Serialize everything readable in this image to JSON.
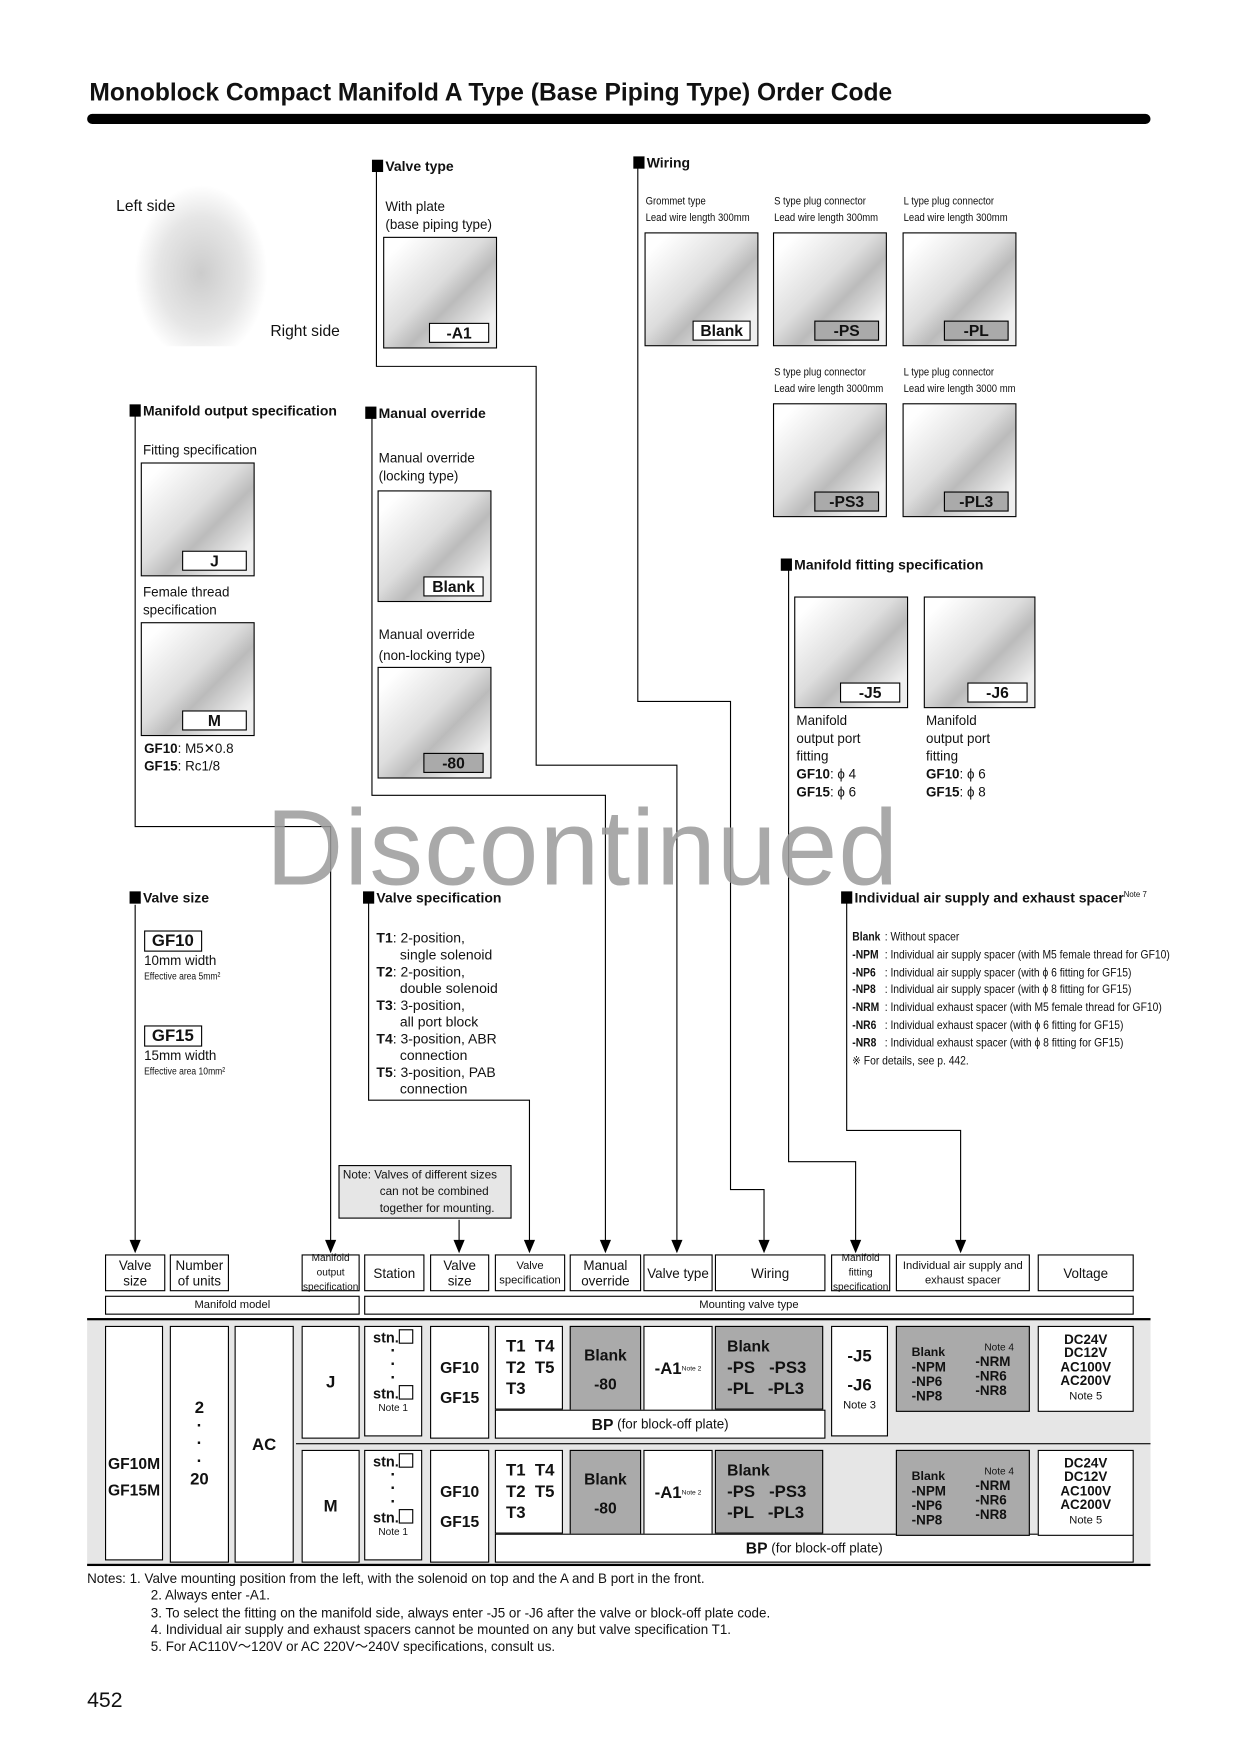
{
  "title": "Monoblock Compact Manifold A Type (Base Piping Type) Order Code",
  "watermark": "Discontinued",
  "main_photo": {
    "left": "Left side",
    "right": "Right side"
  },
  "valve_type": {
    "heading": "Valve type",
    "desc1": "With plate",
    "desc2": "(base piping type)",
    "code": "-A1"
  },
  "wiring": {
    "heading": "Wiring",
    "items": [
      {
        "l1": "Grommet type",
        "l2": "Lead wire length 300mm",
        "code": "Blank"
      },
      {
        "l1": "S type plug connector",
        "l2": "Lead wire length 300mm",
        "code": "-PS"
      },
      {
        "l1": "L type plug connector",
        "l2": "Lead wire length 300mm",
        "code": "-PL"
      },
      {
        "l1": "S type plug connector",
        "l2": "Lead wire length 3000mm",
        "code": "-PS3"
      },
      {
        "l1": "L type plug connector",
        "l2": "Lead wire length 3000 mm",
        "code": "-PL3"
      }
    ]
  },
  "manifold_output": {
    "heading": "Manifold output specification",
    "fit_label": "Fitting specification",
    "fit_code": "J",
    "fem_l1": "Female thread",
    "fem_l2": "specification",
    "fem_code": "M",
    "gf10": "GF10",
    "gf10_val": ": M5✕0.8",
    "gf15": "GF15",
    "gf15_val": ": Rc1/8"
  },
  "manual_override": {
    "heading": "Manual override",
    "l1": "Manual override",
    "l2": "(locking type)",
    "code1": "Blank",
    "l3": "Manual override",
    "l4": "(non-locking type)",
    "code2": "-80"
  },
  "manifold_fitting": {
    "heading": "Manifold fitting specification",
    "items": [
      {
        "code": "-J5",
        "l1": "Manifold",
        "l2": "output port",
        "l3": "fitting",
        "gf10": "GF10",
        "gf10_val": ": ϕ 4",
        "gf15": "GF15",
        "gf15_val": ": ϕ 6"
      },
      {
        "code": "-J6",
        "l1": "Manifold",
        "l2": "output port",
        "l3": "fitting",
        "gf10": "GF10",
        "gf10_val": ": ϕ 6",
        "gf15": "GF15",
        "gf15_val": ": ϕ 8"
      }
    ]
  },
  "valve_size": {
    "heading": "Valve size",
    "items": [
      {
        "code": "GF10",
        "w": "10mm width",
        "area": "Effective area 5mm²"
      },
      {
        "code": "GF15",
        "w": "15mm width",
        "area": "Effective area 10mm²"
      }
    ]
  },
  "valve_spec": {
    "heading": "Valve specification",
    "items": [
      {
        "code": "T1",
        "l1": ": 2-position,",
        "l2": "single solenoid"
      },
      {
        "code": "T2",
        "l1": ": 2-position,",
        "l2": "double solenoid"
      },
      {
        "code": "T3",
        "l1": ": 3-position,",
        "l2": "all port block"
      },
      {
        "code": "T4",
        "l1": ": 3-position, ABR",
        "l2": "connection"
      },
      {
        "code": "T5",
        "l1": ": 3-position, PAB",
        "l2": "connection"
      }
    ]
  },
  "spacer": {
    "heading": "Individual air supply and exhaust spacer",
    "note": "Note 7",
    "items": [
      {
        "code": "Blank",
        "desc": ": Without spacer"
      },
      {
        "code": "-NPM",
        "desc": ": Individual air supply spacer (with M5 female thread for GF10)"
      },
      {
        "code": "-NP6",
        "desc": ": Individual air supply spacer (with ϕ 6 fitting for GF15)"
      },
      {
        "code": "-NP8",
        "desc": ": Individual air supply spacer (with ϕ 8 fitting for GF15)"
      },
      {
        "code": "-NRM",
        "desc": ": Individual exhaust spacer (with M5 female thread for GF10)"
      },
      {
        "code": "-NR6",
        "desc": ": Individual exhaust spacer (with ϕ 6 fitting for GF15)"
      },
      {
        "code": "-NR8",
        "desc": ": Individual exhaust spacer (with ϕ 8 fitting for GF15)"
      }
    ],
    "ref": "※ For details, see p. 442."
  },
  "note_box": {
    "l1": "Note:  Valves of different sizes",
    "l2": "can not be combined",
    "l3": "together for mounting."
  },
  "headers": {
    "valve_size": "Valve size",
    "units": "Number of units",
    "mos": "Manifold output specification",
    "station": "Station",
    "vsize": "Valve size",
    "vspec": "Valve specification",
    "manual": "Manual override",
    "vtype": "Valve type",
    "wiring": "Wiring",
    "mfit": "Manifold fitting specification",
    "spacer": "Individual air supply and exhaust spacer",
    "voltage": "Voltage",
    "manifold_model": "Manifold model",
    "mounting": "Mounting valve type"
  },
  "table": {
    "model1": "GF10M",
    "model2": "GF15M",
    "n1": "2",
    "dots": "·",
    "n2": "20",
    "ac": "AC",
    "stn": "stn.",
    "note1": "Note 1",
    "rows": [
      {
        "mos": "J"
      },
      {
        "mos": "M"
      }
    ],
    "gf10": "GF10",
    "gf15": "GF15",
    "t1": "T1  T4",
    "t2": "T2  T5",
    "t3": "T3",
    "blank": "Blank",
    "m80": "-80",
    "a1": "-A1",
    "note2": "Note 2",
    "w1": "Blank",
    "w2": "-PS   -PS3",
    "w3": "-PL   -PL3",
    "bp": "BP",
    "bp_desc": " (for block-off plate)",
    "j5": "-J5",
    "j6": "-J6",
    "note3": "Note 3",
    "sp_l": [
      "Blank",
      "-NPM",
      "-NP6",
      "-NP8"
    ],
    "sp_r": [
      "-NRM",
      "-NR6",
      "-NR8"
    ],
    "note4": "Note 4",
    "volt": [
      "DC24V",
      "DC12V",
      "AC100V",
      "AC200V"
    ],
    "note5": "Note 5"
  },
  "notes": [
    "Notes: 1. Valve mounting position from the left, with the solenoid on top and the A and B port in the front.",
    "2. Always enter -A1.",
    "3. To select the fitting on the manifold side, always enter -J5 or -J6 after the valve or block-off plate code.",
    "4. Individual air supply and exhaust spacers cannot be mounted on any but valve specification T1.",
    "5. For AC110V～120V or AC 220V～240V specifications, consult us."
  ],
  "page_number": "452"
}
